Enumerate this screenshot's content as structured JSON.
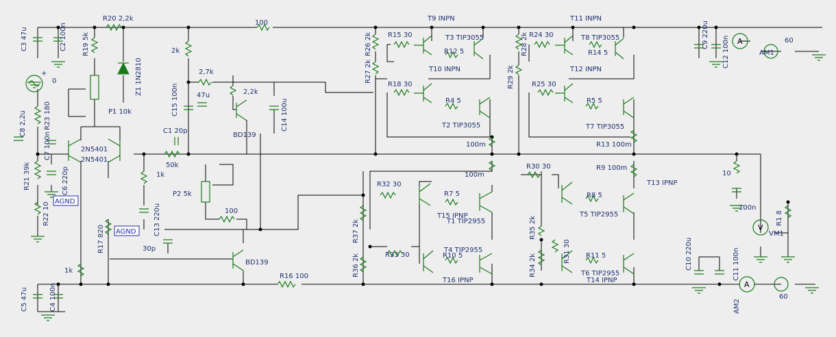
{
  "labels": {
    "R20": "R20 2,2k",
    "R100top": "100",
    "T9": "T9 INPN",
    "T11": "T11 INPN",
    "C3": "C3 47u",
    "C2": "C2 100n",
    "R19": "R19 5k",
    "Z1": "Z1 1N2810",
    "R2k": "2k",
    "R15": "R15 30",
    "R26": "R26 2k",
    "T3": "T3 TIP3055",
    "R12": "R12 5",
    "R24": "R24 30",
    "R28": "R28 2k",
    "T8": "T8 TIP3055",
    "R14": "R14 5",
    "C9": "C9 220u",
    "C12": "C12 100n",
    "AM1": "AM1",
    "sixty1": "60",
    "zero": "0",
    "plus": "+",
    "P1": "P1 10k",
    "R27": "R27 2k",
    "T10": "T10 INPN",
    "R29": "R29 2k",
    "T12": "T12 INPN",
    "R18": "R18 30",
    "R25": "R25 30",
    "R4": "R4 5",
    "R5": "R5 5",
    "C15": "C15 100n",
    "R2_7k": "2,7k",
    "C47u": "47u",
    "R2_2k": "2,2k",
    "C14": "C14 100u",
    "C8": "C8 2,2u",
    "R23": "R23 180",
    "BD139a": "BD139",
    "T2": "T2 TIP3055",
    "T7": "T7 TIP3055",
    "C1": "C1 20p",
    "Q2N5401a": "2N5401",
    "Q2N5401b": "2N5401",
    "C7": "C7 100n",
    "R100m1": "100m",
    "R13": "R13 100m",
    "R50k": "50k",
    "R21": "R21 39k",
    "C6": "C6 220p",
    "R100m2": "100m",
    "R30": "R30 30",
    "R9": "R9 100m",
    "R10": "10",
    "R1k": "1k",
    "R32": "R32 30",
    "R7": "R7 5",
    "R8": "R8 5",
    "T13": "T13 IPNP",
    "P2": "P2 5k",
    "AGND1": "AGND",
    "R22": "R22 10",
    "C13": "C13 220u",
    "R100mid": "100",
    "T15": "T15 IPNP",
    "T1": "T1 TIP2955",
    "T5": "T5 TIP2955",
    "C100n": "100n",
    "R1": "R1 8",
    "VM1": "VM1",
    "AGND2": "AGND",
    "R17": "R17 820",
    "R37": "R37 2k",
    "R35": "R35 2k",
    "C30p": "30p",
    "BD139b": "BD139",
    "R33": "R33 30",
    "T4": "T4 TIP2955",
    "R31": "R31 30",
    "R10b": "R10 5",
    "R11": "R11 5",
    "C10": "C10 220u",
    "C11": "C11 100n",
    "R1kb": "1k",
    "R36": "R36 2k",
    "R34": "R34 2k",
    "T6": "T6 TIP2955",
    "R16": "R16 100",
    "T16": "T16 IPNP",
    "T14": "T14 IPNP",
    "C5": "C5 47u",
    "C4": "C4 100n",
    "AM2": "AM2",
    "sixty2": "60"
  },
  "colors": {
    "wire": "#000000",
    "component": "#1a7a1a",
    "label": "#1f2f6f",
    "background": "#eeeeee"
  }
}
